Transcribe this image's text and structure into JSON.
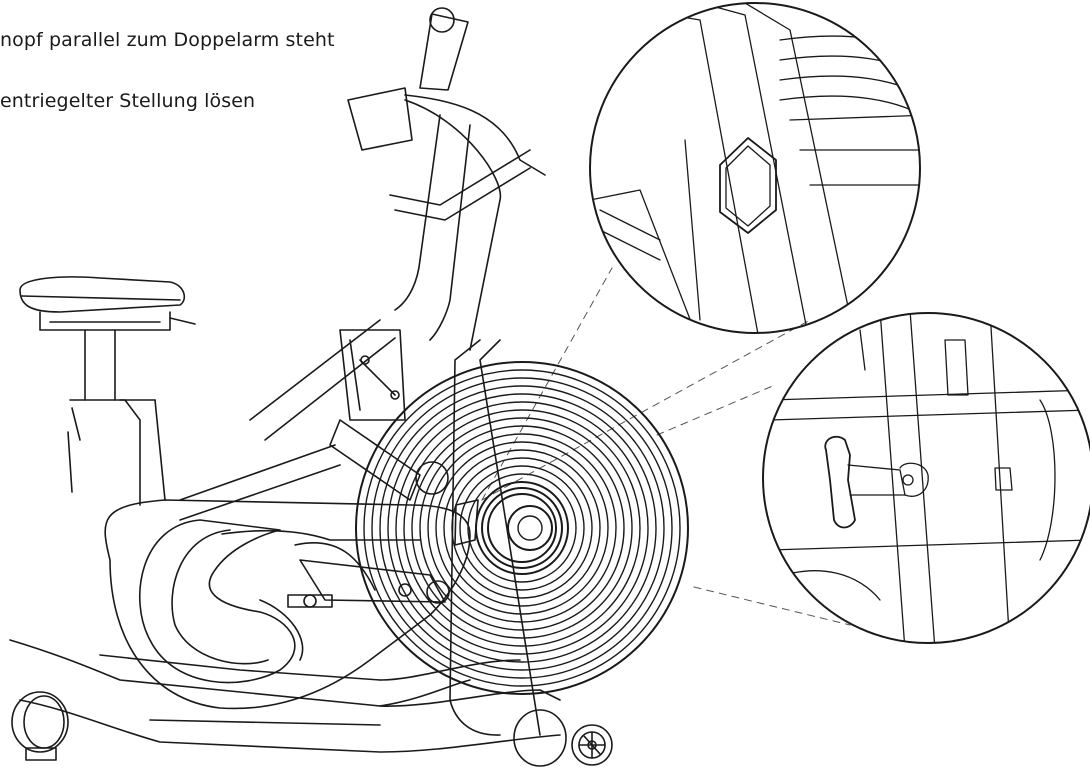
{
  "instructions": [
    "nopf parallel zum Doppelarm steht",
    "entriegelter Stellung lösen"
  ],
  "colors": {
    "line": "#1a1a1a",
    "background": "#ffffff",
    "callout": "#555555"
  },
  "figure": {
    "subject": "air-bike",
    "details": [
      "locking-slot-detail",
      "t-knob-detail"
    ]
  }
}
